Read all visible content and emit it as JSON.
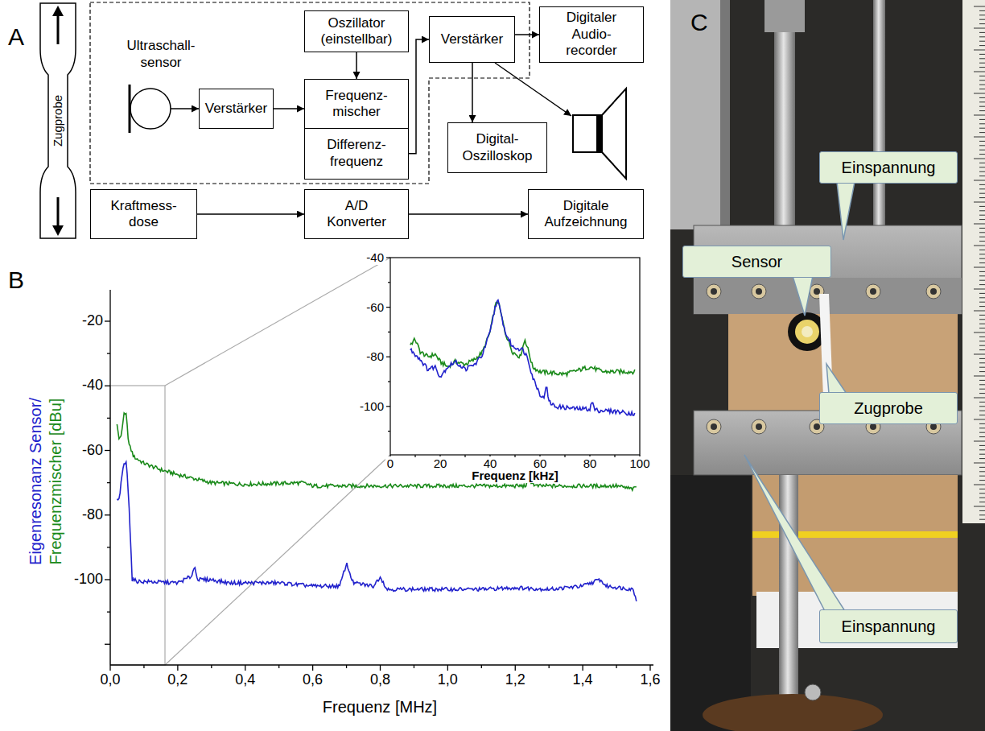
{
  "diagram": {
    "nodes": [
      {
        "text": [
          "Zugprobe"
        ]
      },
      {
        "text": [
          "Ultraschall- sensor"
        ]
      },
      {
        "text": [
          "Verstärker"
        ]
      },
      {
        "text": [
          "Oszillator (einstellbar)"
        ]
      },
      {
        "text": [
          "Frequenz- mischer"
        ]
      },
      {
        "text": [
          "Differenz- frequenz"
        ]
      },
      {
        "text": [
          "Verstärker"
        ]
      },
      {
        "text": [
          "Digitaler Audio- recorder"
        ]
      },
      {
        "text": [
          "Digital- Oszilloskop"
        ]
      },
      {
        "text": [
          "Kraftmess- dose"
        ]
      },
      {
        "text": [
          "A/D Konverter"
        ]
      },
      {
        "text": [
          "Digitale Aufzeichnung"
        ]
      },
      {
        "text": [
          "Einspannung"
        ]
      },
      {
        "text": [
          "Sensor"
        ]
      },
      {
        "text": [
          "Zugprobe"
        ]
      },
      {
        "text": [
          "Einspannung"
        ]
      }
    ],
    "edges": [
      {
        "from": 1,
        "to": 2,
        "arrow": "to"
      },
      {
        "from": 2,
        "to": 4,
        "arrow": "to"
      },
      {
        "from": 3,
        "to": 4,
        "arrow": "to"
      },
      {
        "from": 5,
        "to": 6,
        "arrow": "to"
      },
      {
        "from": 6,
        "to": 7,
        "arrow": "to"
      },
      {
        "from": 6,
        "to": 8,
        "arrow": "to"
      },
      {
        "from": 9,
        "to": 10,
        "arrow": "to"
      },
      {
        "from": 10,
        "to": 11,
        "arrow": "to"
      }
    ],
    "labels": [
      "A",
      "B",
      "C",
      "-20",
      "-40",
      "-60",
      "-80",
      "-100",
      "0,0",
      "0,2",
      "0,4",
      "0,6",
      "0,8",
      "1,0",
      "1,2",
      "1,4",
      "1,6",
      "Frequenz [MHz]",
      "Eigenresonanz Sensor/",
      "Frequenzmischer [dBu]",
      "-40",
      "-60",
      "-80",
      "-100",
      "0",
      "20",
      "40",
      "60",
      "80",
      "100",
      "Frequenz [kHz]"
    ]
  }
}
